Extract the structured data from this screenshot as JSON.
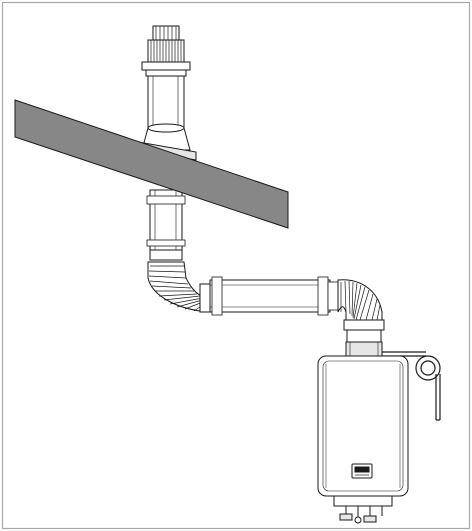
{
  "diagram": {
    "kind": "vent-installation-illustration",
    "colors": {
      "border": "#a8a8a8",
      "roof_fill": "#878787",
      "line": "#1a1a1a",
      "pipe_fill": "#ffffff",
      "heater_body": "#ffffff",
      "shade": "#e6e6e6"
    },
    "components": [
      "vent-termination-cap",
      "roof-section",
      "roof-flashing",
      "vertical-vent-pipe",
      "flexible-elbow-lower-left",
      "horizontal-vent-pipe",
      "flexible-elbow-right",
      "water-heater-unit",
      "condensate-drain-hose",
      "control-panel-icon"
    ]
  }
}
